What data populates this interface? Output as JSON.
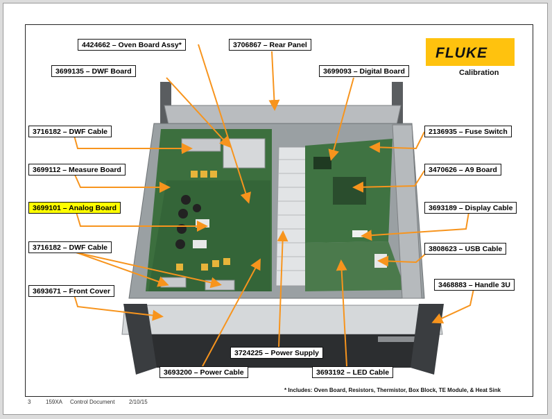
{
  "logo": {
    "brand": "FLUKE",
    "sub": "Calibration"
  },
  "labels": {
    "oven_board": "4424662 – Oven Board Assy*",
    "rear_panel": "3706867 – Rear Panel",
    "dwf_board": "3699135 – DWF Board",
    "digital_board": "3699093 – Digital Board",
    "dwf_cable_1": "3716182 – DWF Cable",
    "fuse_switch": "2136935 – Fuse Switch",
    "measure_board": "3699112 – Measure Board",
    "a9_board": "3470626 – A9 Board",
    "analog_board": "3699101 – Analog Board",
    "display_cable": "3693189 – Display Cable",
    "dwf_cable_2": "3716182 – DWF Cable",
    "usb_cable": "3808623 – USB Cable",
    "front_cover": "3693671 – Front Cover",
    "handle": "3468883 – Handle 3U",
    "power_supply": "3724225 – Power Supply",
    "power_cable": "3693200 – Power Cable",
    "led_cable": "3693192 – LED Cable"
  },
  "footnote": "* Includes: Oven Board, Resistors, Thermistor, Box Block, TE Module, & Heat Sink",
  "footer": {
    "page": "3",
    "model": "159XA",
    "doc": "Control Document",
    "date": "2/10/15"
  },
  "colors": {
    "arrow": "#f7941d",
    "highlight": "#ffff00",
    "brand_yellow": "#ffc20e"
  }
}
